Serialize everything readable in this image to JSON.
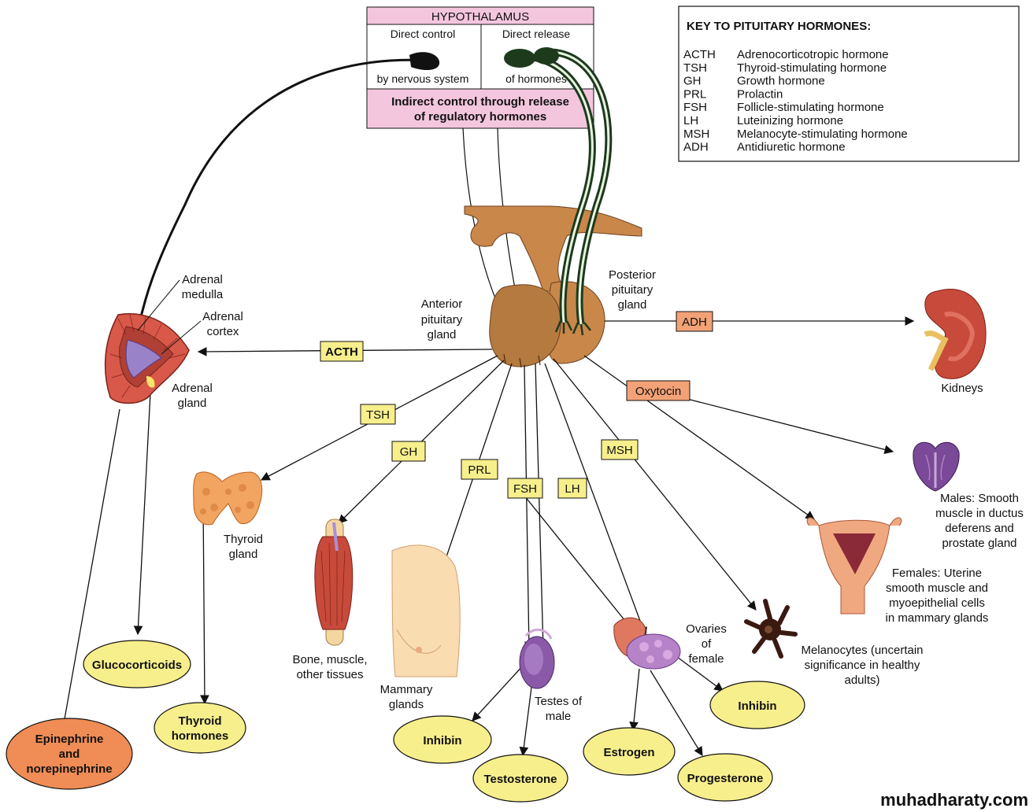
{
  "hypothalamus": {
    "title": "HYPOTHALAMUS",
    "direct_control": "Direct control",
    "by_nervous_system": "by nervous system",
    "direct_release": "Direct release",
    "of_hormones": "of hormones",
    "indirect_line1": "Indirect control through release",
    "indirect_line2": "of regulatory hormones"
  },
  "key": {
    "title": "KEY TO PITUITARY HORMONES:",
    "entries": [
      {
        "abbr": "ACTH",
        "name": "Adrenocorticotropic hormone"
      },
      {
        "abbr": "TSH",
        "name": "Thyroid-stimulating hormone"
      },
      {
        "abbr": "GH",
        "name": "Growth hormone"
      },
      {
        "abbr": "PRL",
        "name": "Prolactin"
      },
      {
        "abbr": "FSH",
        "name": "Follicle-stimulating hormone"
      },
      {
        "abbr": "LH",
        "name": "Luteinizing hormone"
      },
      {
        "abbr": "MSH",
        "name": "Melanocyte-stimulating hormone"
      },
      {
        "abbr": "ADH",
        "name": "Antidiuretic hormone"
      }
    ]
  },
  "pituitary": {
    "anterior": [
      "Anterior",
      "pituitary",
      "gland"
    ],
    "posterior": [
      "Posterior",
      "pituitary",
      "gland"
    ]
  },
  "hormone_tags": {
    "acth": "ACTH",
    "tsh": "TSH",
    "gh": "GH",
    "prl": "PRL",
    "fsh": "FSH",
    "lh": "LH",
    "msh": "MSH",
    "adh": "ADH",
    "oxytocin": "Oxytocin"
  },
  "organs": {
    "adrenal_medulla": [
      "Adrenal",
      "medulla"
    ],
    "adrenal_cortex": [
      "Adrenal",
      "cortex"
    ],
    "adrenal_gland": [
      "Adrenal",
      "gland"
    ],
    "thyroid": [
      "Thyroid",
      "gland"
    ],
    "bone": [
      "Bone, muscle,",
      "other tissues"
    ],
    "mammary": [
      "Mammary",
      "glands"
    ],
    "testes": [
      "Testes of",
      "male"
    ],
    "ovaries": [
      "Ovaries",
      "of",
      "female"
    ],
    "melanocytes": [
      "Melanocytes (uncertain",
      "significance in healthy",
      "adults)"
    ],
    "kidneys": "Kidneys",
    "males": [
      "Males: Smooth",
      "muscle in ductus",
      "deferens and",
      "prostate gland"
    ],
    "females": [
      "Females: Uterine",
      "smooth muscle and",
      "myoepithelial cells",
      "in mammary glands"
    ]
  },
  "products": {
    "glucocorticoids": "Glucocorticoids",
    "epinephrine": [
      "Epinephrine",
      "and",
      "norepinephrine"
    ],
    "thyroid_hormones": [
      "Thyroid",
      "hormones"
    ],
    "inhibin_male": "Inhibin",
    "testosterone": "Testosterone",
    "estrogen": "Estrogen",
    "progesterone": "Progesterone",
    "inhibin_female": "Inhibin"
  },
  "watermark": "muhadharaty.com",
  "colors": {
    "pink_box": "#f4c6de",
    "yellow_tag": "#f7ef8c",
    "orange_tag": "#f2a276",
    "product_ellipse": "#f7ef8c",
    "epinephrine_ellipse": "#f08c55",
    "gland": "#c9874a",
    "nerve_green": "#1d3a1d"
  }
}
